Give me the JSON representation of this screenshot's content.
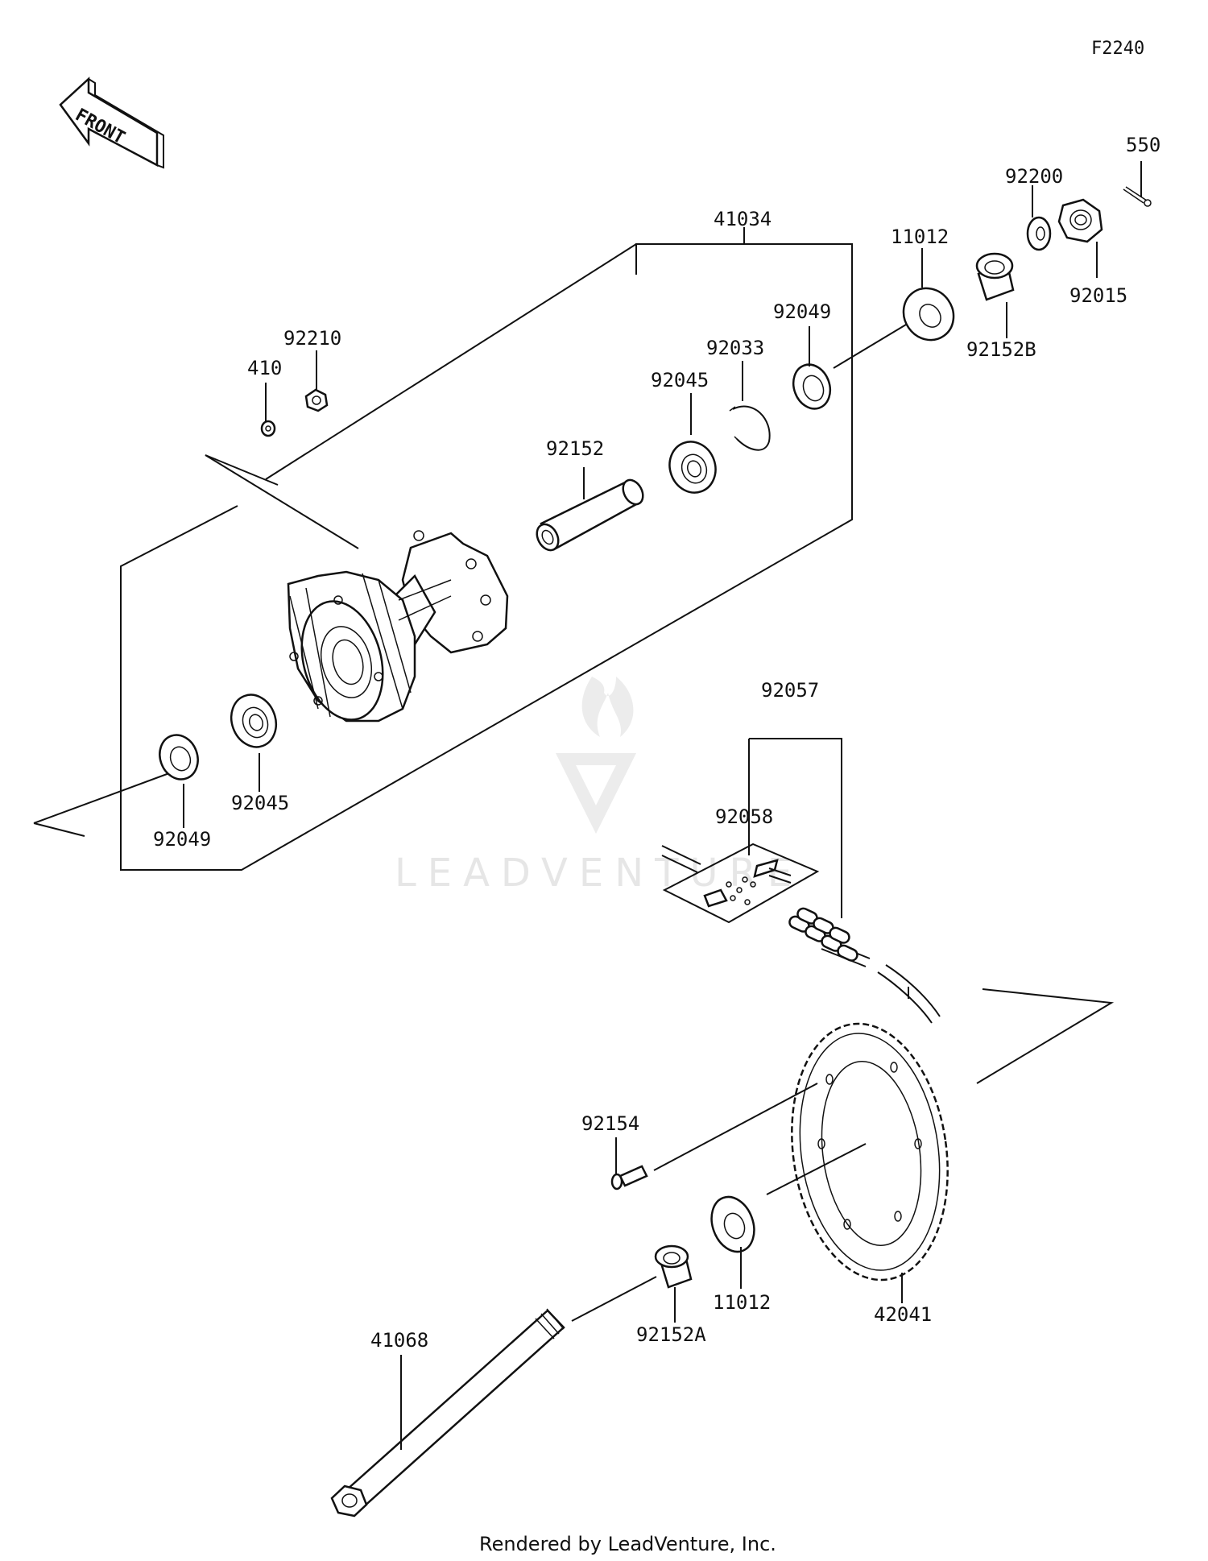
{
  "figure_id": "F2240",
  "front_label": "FRONT",
  "watermark": "LEADVENTURE",
  "footer": "Rendered by LeadVenture, Inc.",
  "callouts": {
    "p550": "550",
    "p92200": "92200",
    "p11012_top": "11012",
    "p41034": "41034",
    "p92015": "92015",
    "p92049_top": "92049",
    "p92152B": "92152B",
    "p92210": "92210",
    "p92033": "92033",
    "p410": "410",
    "p92045_top": "92045",
    "p92152": "92152",
    "p92057": "92057",
    "p92045_bottom": "92045",
    "p92058": "92058",
    "p92049_bottom": "92049",
    "p92154": "92154",
    "p11012_bottom": "11012",
    "p42041": "42041",
    "p41068": "41068",
    "p92152A": "92152A"
  }
}
